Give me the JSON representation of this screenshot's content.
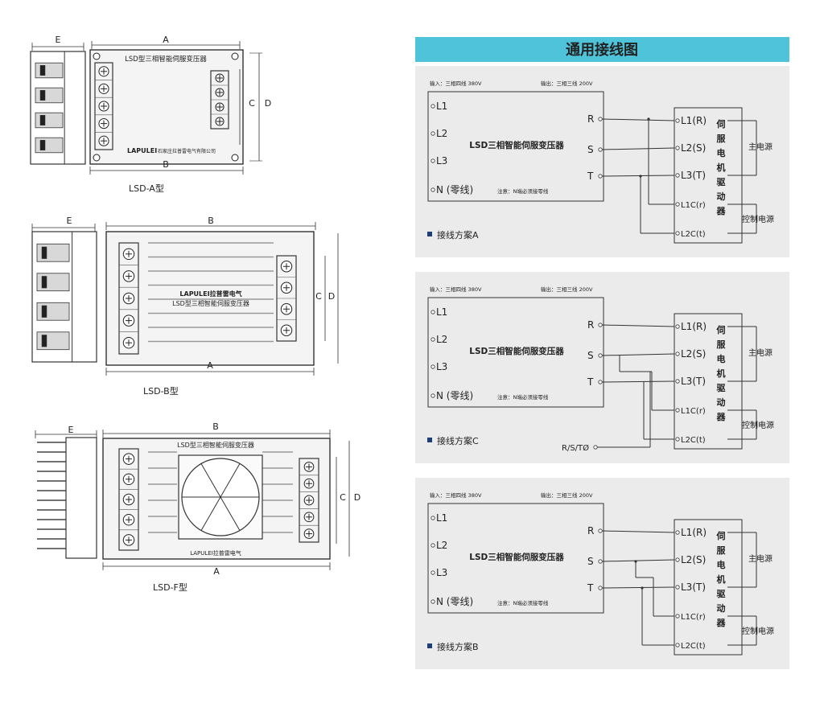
{
  "left": {
    "dim": {
      "E": "E",
      "A": "A",
      "B": "B",
      "C": "C",
      "D": "D"
    },
    "models": [
      {
        "caption": "LSD-A型",
        "plate": "LSD型三相智能伺服变压器",
        "brand": "LAPULEI",
        "company": "石家庄拉普雷电气有限公司"
      },
      {
        "caption": "LSD-B型",
        "plate": "LSD型三相智能伺服变压器",
        "brand": "LAPULEI拉普雷电气"
      },
      {
        "caption": "LSD-F型",
        "plate": "LSD型三相智能伺服变压器",
        "brand": "LAPULEI拉普雷电气"
      }
    ]
  },
  "right": {
    "header": "通用接线图",
    "panels": [
      {
        "input": "输入：三相四线 380V",
        "output": "输出：三相三线 200V",
        "device": "LSD三相智能伺服变压器",
        "in_terms": [
          "L1",
          "L2",
          "L3",
          "N (零线)"
        ],
        "note": "注意：N端必须接零线",
        "out_terms": [
          "R",
          "S",
          "T"
        ],
        "drv_terms": [
          "L1(R)",
          "L2(S)",
          "L3(T)",
          "L1C(r)",
          "L2C(t)"
        ],
        "driver_chars": [
          "伺",
          "服",
          "电",
          "机",
          "驱",
          "动",
          "器"
        ],
        "main_power": "主电源",
        "ctrl_power": "控制电源",
        "scheme": "接线方案A"
      },
      {
        "input": "输入：三相四线 380V",
        "output": "输出：三相三线 200V",
        "device": "LSD三相智能伺服变压器",
        "in_terms": [
          "L1",
          "L2",
          "L3",
          "N (零线)"
        ],
        "note": "注意：N端必须接零线",
        "out_terms": [
          "R",
          "S",
          "T"
        ],
        "drv_terms": [
          "L1(R)",
          "L2(S)",
          "L3(T)",
          "L1C(r)",
          "L2C(t)"
        ],
        "driver_chars": [
          "伺",
          "服",
          "电",
          "机",
          "驱",
          "动",
          "器"
        ],
        "main_power": "主电源",
        "ctrl_power": "控制电源",
        "scheme": "接线方案C",
        "extra": "R/S/TØ"
      },
      {
        "input": "输入：三相四线 380V",
        "output": "输出：三相三线 200V",
        "device": "LSD三相智能伺服变压器",
        "in_terms": [
          "L1",
          "L2",
          "L3",
          "N (零线)"
        ],
        "note": "注意：N端必须接零线",
        "out_terms": [
          "R",
          "S",
          "T"
        ],
        "drv_terms": [
          "L1(R)",
          "L2(S)",
          "L3(T)",
          "L1C(r)",
          "L2C(t)"
        ],
        "driver_chars": [
          "伺",
          "服",
          "电",
          "机",
          "驱",
          "动",
          "器"
        ],
        "main_power": "主电源",
        "ctrl_power": "控制电源",
        "scheme": "接线方案B"
      }
    ]
  }
}
